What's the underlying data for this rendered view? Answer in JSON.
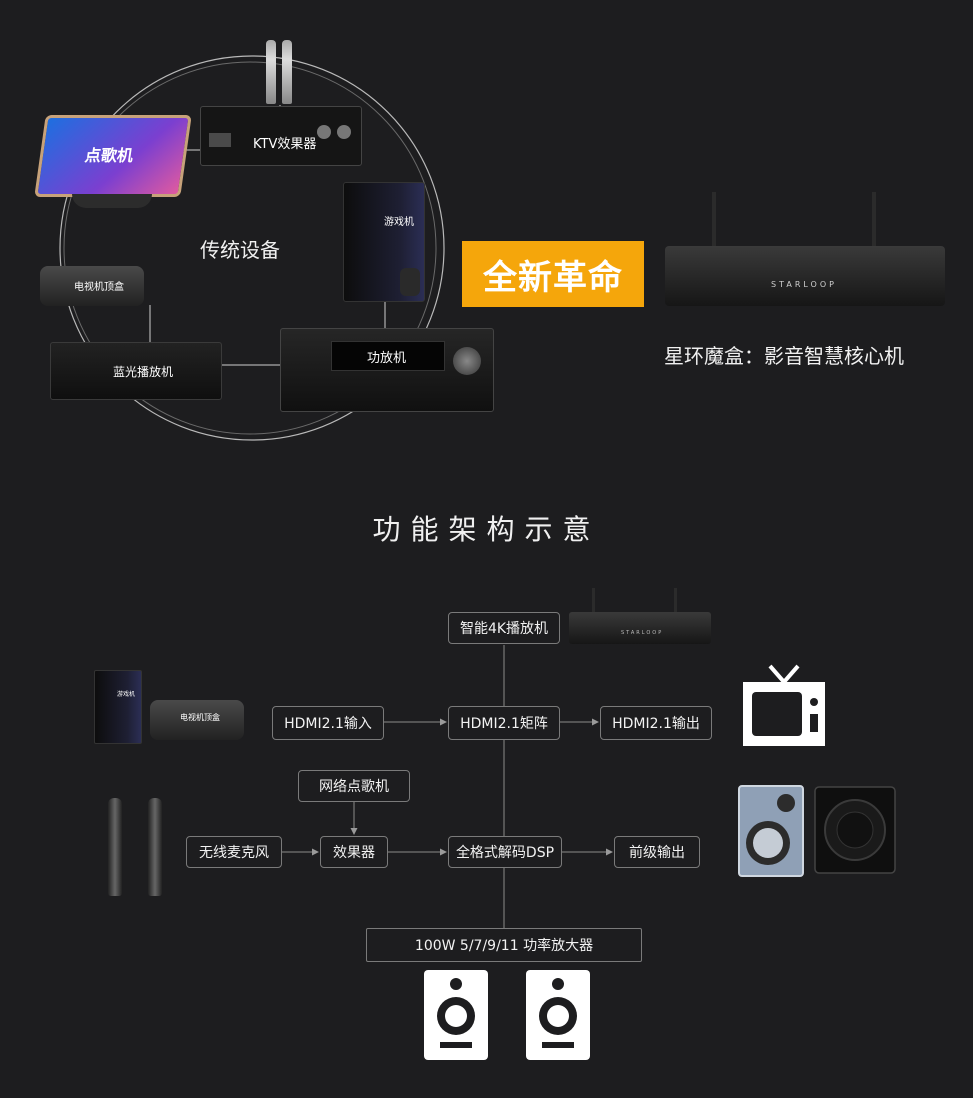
{
  "top": {
    "traditional_label": "传统设备",
    "song_machine_label": "点歌机",
    "ktv_label": "KTV效果器",
    "game_console_label": "游戏机",
    "tv_box_label": "电视机顶盒",
    "bluray_label": "蓝光播放机",
    "amplifier_label": "功放机",
    "revolution_label": "全新革命",
    "product_caption": "星环魔盒：影音智慧核心机",
    "brand_text": "STARLOOP"
  },
  "section_title": "功能架构示意",
  "arch": {
    "smart_player": "智能4K播放机",
    "hdmi_in": "HDMI2.1输入",
    "hdmi_matrix": "HDMI2.1矩阵",
    "hdmi_out": "HDMI2.1输出",
    "network_ktv": "网络点歌机",
    "wireless_mic": "无线麦克风",
    "effector": "效果器",
    "dsp": "全格式解码DSP",
    "pre_out": "前级输出",
    "power_amp": "100W 5/7/9/11 功率放大器",
    "game_console_label": "游戏机",
    "tv_box_label": "电视机顶盒",
    "brand_text": "STARLOOP"
  },
  "colors": {
    "background": "#1d1d1f",
    "accent": "#f5a60b",
    "box_border": "#7a7a7a"
  }
}
